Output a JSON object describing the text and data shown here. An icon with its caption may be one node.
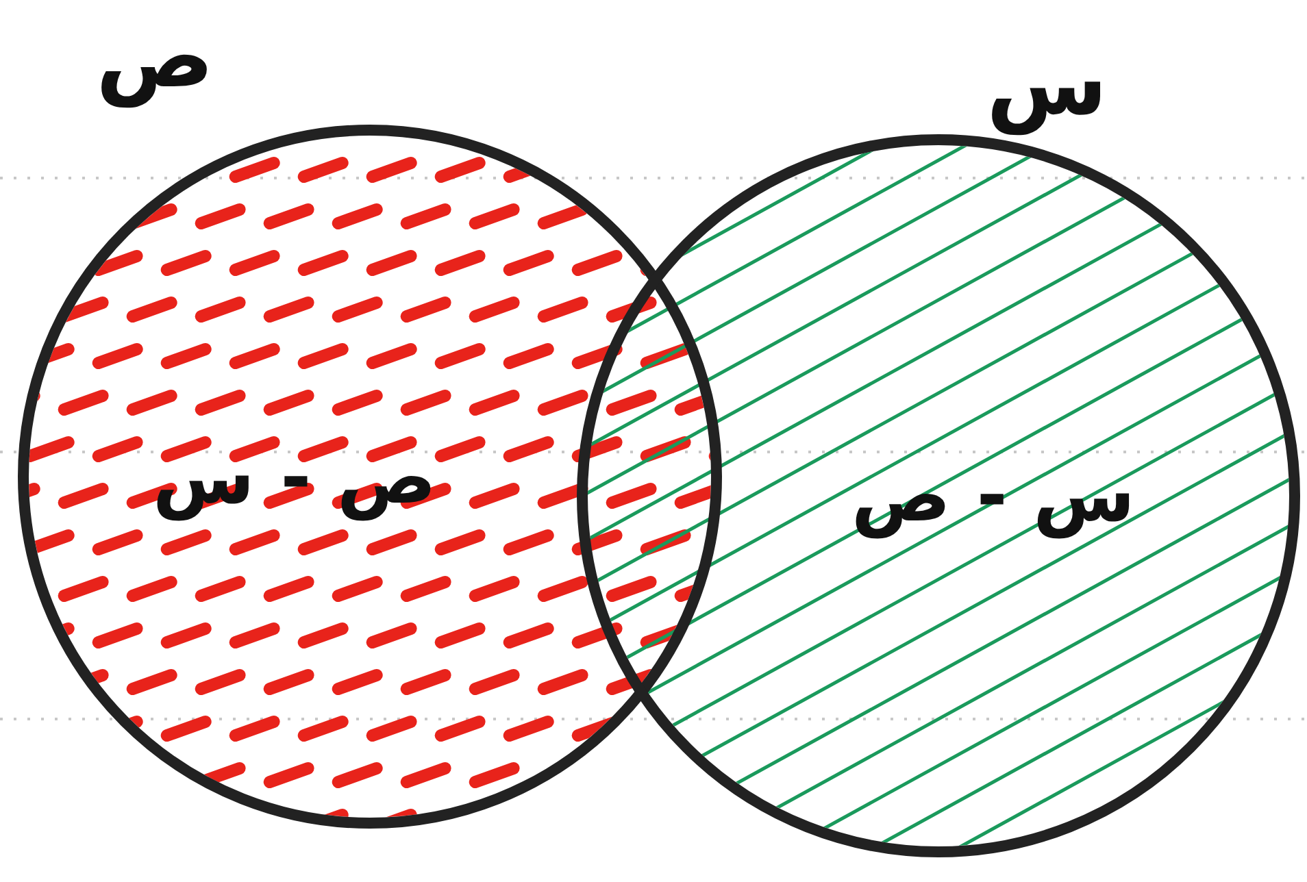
{
  "diagram": {
    "nodes": [
      {
        "text": [
          "ص",
          "ص - س"
        ]
      },
      {
        "text": [
          "س",
          "س - ص"
        ]
      }
    ]
  }
}
